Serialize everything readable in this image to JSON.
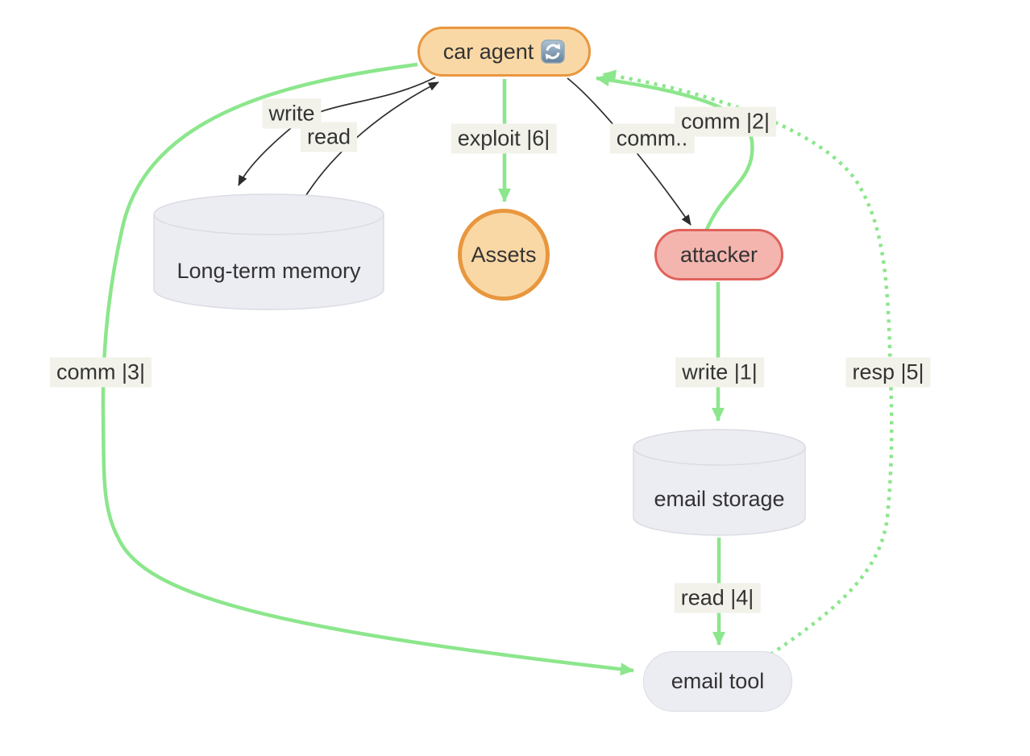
{
  "diagram": {
    "type": "flowchart",
    "background": "#ffffff",
    "colors": {
      "green": "#8CE68C",
      "black_edge": "#2d2d2d",
      "label_bg": "#F2F2EA",
      "text": "#333333",
      "agent_fill": "#FAD8A5",
      "agent_border": "#E8973E",
      "attacker_fill": "#F4B5AF",
      "attacker_border": "#E0625C",
      "node_fill": "#ECECF3",
      "node_border": "#DBDBE4"
    },
    "nodes": [
      {
        "id": "car-agent",
        "label": "car agent",
        "icon": "refresh-icon",
        "shape": "stadium",
        "role": "agent"
      },
      {
        "id": "long-term-memory",
        "label": "Long-term memory",
        "shape": "cylinder",
        "role": "storage"
      },
      {
        "id": "assets",
        "label": "Assets",
        "shape": "circle",
        "role": "asset"
      },
      {
        "id": "attacker",
        "label": "attacker",
        "shape": "stadium",
        "role": "attacker"
      },
      {
        "id": "email-storage",
        "label": "email storage",
        "shape": "cylinder",
        "role": "storage"
      },
      {
        "id": "email-tool",
        "label": "email tool",
        "shape": "stadium",
        "role": "tool"
      }
    ],
    "edges": [
      {
        "from": "car-agent",
        "to": "long-term-memory",
        "label": "write",
        "style": "solid",
        "color": "black"
      },
      {
        "from": "long-term-memory",
        "to": "car-agent",
        "label": "read",
        "style": "solid",
        "color": "black"
      },
      {
        "from": "car-agent",
        "to": "assets",
        "label": "exploit |6|",
        "style": "solid",
        "color": "green"
      },
      {
        "from": "car-agent",
        "to": "attacker",
        "label": "comm..",
        "style": "solid",
        "color": "black"
      },
      {
        "from": "attacker",
        "to": "car-agent",
        "label": "comm |2|",
        "style": "solid",
        "color": "green"
      },
      {
        "from": "car-agent",
        "to": "email-tool",
        "label": "comm |3|",
        "style": "solid",
        "color": "green"
      },
      {
        "from": "attacker",
        "to": "email-storage",
        "label": "write |1|",
        "style": "solid",
        "color": "green"
      },
      {
        "from": "email-storage",
        "to": "email-tool",
        "label": "read |4|",
        "style": "solid",
        "color": "green"
      },
      {
        "from": "email-tool",
        "to": "car-agent",
        "label": "resp |5|",
        "style": "dotted",
        "color": "green"
      }
    ]
  }
}
